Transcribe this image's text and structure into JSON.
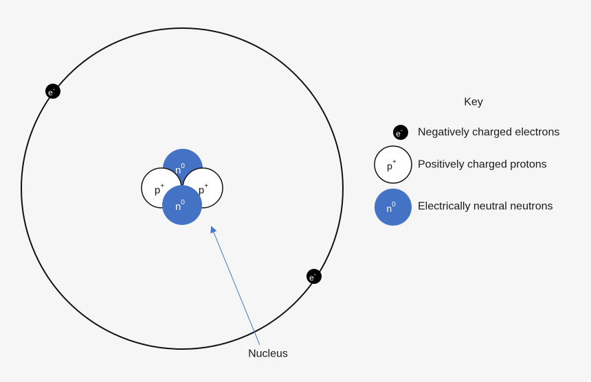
{
  "diagram": {
    "nucleus_label": "Nucleus",
    "electron_symbol": "e",
    "electron_charge": "-",
    "proton_symbol": "p",
    "proton_charge": "+",
    "neutron_symbol": "n",
    "neutron_charge": "0"
  },
  "key": {
    "title": "Key",
    "items": [
      {
        "symbol": "e",
        "charge": "-",
        "label": "Negatively charged electrons"
      },
      {
        "symbol": "p",
        "charge": "+",
        "label": "Positively charged protons"
      },
      {
        "symbol": "n",
        "charge": "0",
        "label": "Electrically neutral neutrons"
      }
    ]
  },
  "colors": {
    "background": "#f6f6f6",
    "orbit": "#111111",
    "electron": "#000000",
    "proton_fill": "#ffffff",
    "neutron_fill": "#4472c4",
    "arrow": "#4a78c8"
  }
}
